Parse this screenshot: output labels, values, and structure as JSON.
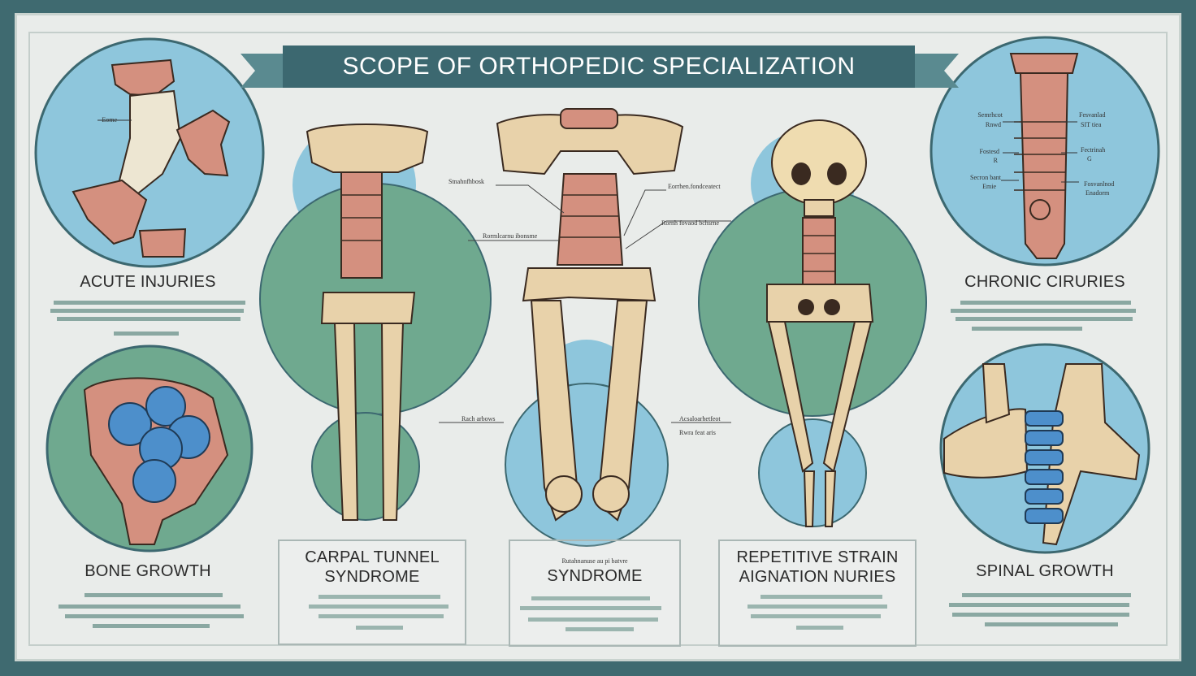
{
  "title": "SCOPE OF  ORTHOPEDIC SPECIALIZATION",
  "colors": {
    "frame": "#3f6a70",
    "board": "#e9ecea",
    "banner": "#3c6870",
    "circle_blue": "#8ec6dc",
    "circle_green": "#6fa98f",
    "bone": "#e8d2aa",
    "cartilage": "#d4907f",
    "blue_tissue": "#4d8fcb"
  },
  "panels": {
    "acute_injuries": {
      "label": "ACUTE INJURIES"
    },
    "chronic": {
      "label": "CHRONIC CIRURIES"
    },
    "bone_growth": {
      "label": "BONE GROWTH"
    },
    "spinal_growth": {
      "label": "SPINAL GROWTH"
    },
    "carpal": {
      "line1": "CARPAL TUNNEL",
      "line2": "SYNDROME"
    },
    "syndrome": {
      "label": "SYNDROME",
      "caption": "Rutahnanuse au pi batvre"
    },
    "repetitive": {
      "line1": "REPETITIVE STRAIN",
      "line2": "AIGNATION NURIES"
    }
  },
  "annotations": {
    "acute_tag": "Eome",
    "spine_left_1": "Stnahnfhbosk",
    "spine_left_2": "Rormlcarnu ibonsme",
    "spine_right_1": "Eorrhen.fondceatect",
    "spine_right_2": "Rornh fovaod bchsrne",
    "mid_left": "Rach arbows",
    "mid_right_1": "Acsaloarhetfeot",
    "mid_right_2": "Rwra feat aris",
    "chronic_l1": "Semrhcot",
    "chronic_l1b": "Rnwd",
    "chronic_l2": "Fostesd",
    "chronic_l2b": "R",
    "chronic_l3": "Secron bant",
    "chronic_l3b": "Emie",
    "chronic_r1": "Fesvanlad",
    "chronic_r1b": "SIT tiea",
    "chronic_r2": "Fectrinah",
    "chronic_r2b": "G",
    "chronic_r3": "Fosvanlnod",
    "chronic_r3b": "Enadorm"
  },
  "icons": [
    "hip-joint-icon",
    "knee-blue-icon",
    "pelvis-leg-icon",
    "spine-femur-icon",
    "skull-skeleton-icon",
    "spine-column-icon",
    "joint-blue-spine-icon"
  ]
}
